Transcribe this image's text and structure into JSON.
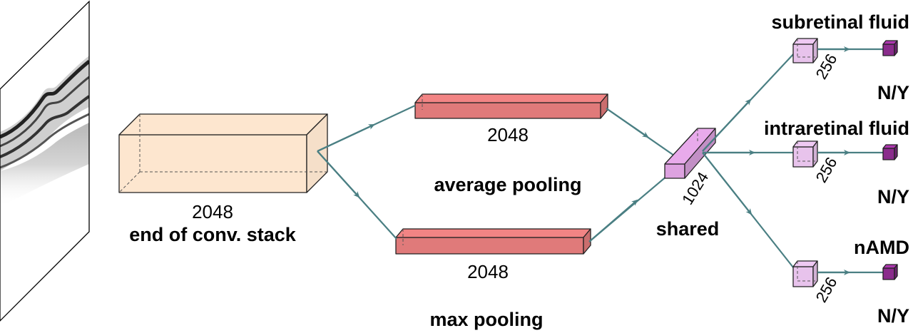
{
  "labels": {
    "conv_size": "2048",
    "conv_title": "end of conv. stack",
    "avg_size": "2048",
    "avg_title": "average pooling",
    "max_size": "2048",
    "max_title": "max pooling",
    "shared_size": "1024",
    "shared_title": "shared",
    "heads": [
      {
        "title": "subretinal fluid",
        "size": "256",
        "output": "N/Y"
      },
      {
        "title": "intraretinal fluid",
        "size": "256",
        "output": "N/Y"
      },
      {
        "title": "nAMD",
        "size": "256",
        "output": "N/Y"
      }
    ]
  },
  "colors": {
    "conv_block": "#fde6cf",
    "pool_block": "#e07a7a",
    "shared_block": "#dda2e0",
    "head_block": "#e8c3ec",
    "output_block": "#8a2c8c",
    "arrow": "#4a7f83"
  }
}
